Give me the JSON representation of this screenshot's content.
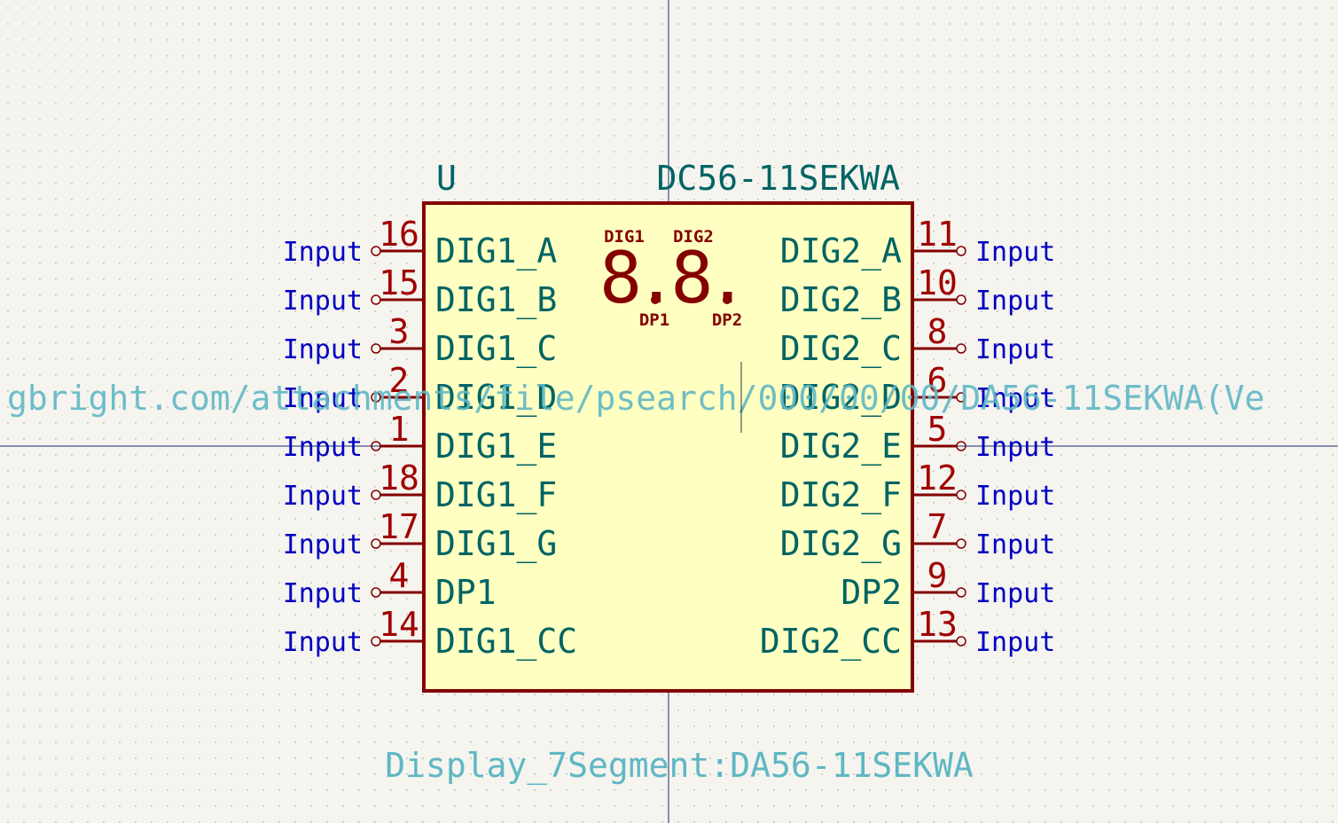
{
  "colors": {
    "background": "#f5f4ef",
    "body_fill": "#ffffc2",
    "body_stroke": "#840000",
    "pin_number": "#a00000",
    "pin_name": "#006464",
    "net_label": "#0000c2",
    "field_text": "#5fb7c4",
    "crosshair": "#1a2a6c"
  },
  "symbol": {
    "reference": "U",
    "value": "DC56-11SEKWA",
    "library_id": "Display_7Segment:DA56-11SEKWA",
    "datasheet": "gbright.com/attachments/file/psearch/000/00/00/DA56-11SEKWA(Ve",
    "display": {
      "digit1_label": "DIG1",
      "digit2_label": "DIG2",
      "digits": "8.8.",
      "dp1_label": "DP1",
      "dp2_label": "DP2"
    }
  },
  "left_pins": [
    {
      "number": "16",
      "name": "DIG1_A",
      "net": "Input"
    },
    {
      "number": "15",
      "name": "DIG1_B",
      "net": "Input"
    },
    {
      "number": "3",
      "name": "DIG1_C",
      "net": "Input"
    },
    {
      "number": "2",
      "name": "DIG1_D",
      "net": "Input"
    },
    {
      "number": "1",
      "name": "DIG1_E",
      "net": "Input"
    },
    {
      "number": "18",
      "name": "DIG1_F",
      "net": "Input"
    },
    {
      "number": "17",
      "name": "DIG1_G",
      "net": "Input"
    },
    {
      "number": "4",
      "name": "DP1",
      "net": "Input"
    },
    {
      "number": "14",
      "name": "DIG1_CC",
      "net": "Input"
    }
  ],
  "right_pins": [
    {
      "number": "11",
      "name": "DIG2_A",
      "net": "Input"
    },
    {
      "number": "10",
      "name": "DIG2_B",
      "net": "Input"
    },
    {
      "number": "8",
      "name": "DIG2_C",
      "net": "Input"
    },
    {
      "number": "6",
      "name": "DIG2_D",
      "net": "Input"
    },
    {
      "number": "5",
      "name": "DIG2_E",
      "net": "Input"
    },
    {
      "number": "12",
      "name": "DIG2_F",
      "net": "Input"
    },
    {
      "number": "7",
      "name": "DIG2_G",
      "net": "Input"
    },
    {
      "number": "9",
      "name": "DP2",
      "net": "Input"
    },
    {
      "number": "13",
      "name": "DIG2_CC",
      "net": "Input"
    }
  ]
}
